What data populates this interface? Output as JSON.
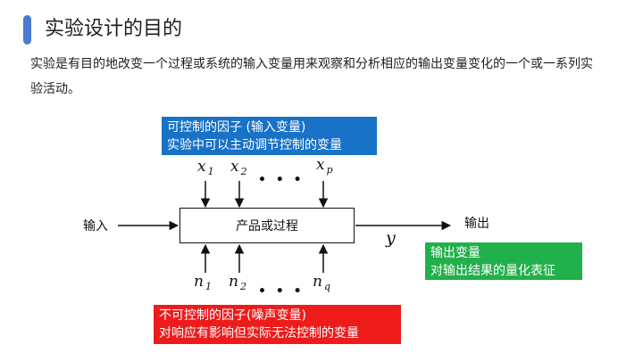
{
  "header": {
    "title": "实验设计的目的"
  },
  "intro": {
    "text": "实验是有目的地改变一个过程或系统的输入变量用来观察和分析相应的输出变量变化的一个或一系列实验活动。"
  },
  "notes": {
    "controllable": {
      "line1": "可控制的因子 (输入变量)",
      "line2": "实验中可以主动调节控制的变量"
    },
    "output": {
      "line1": "输出变量",
      "line2": "对输出结果的量化表征"
    },
    "uncontrollable": {
      "line1": "不可控制的因子(噪声变量)",
      "line2": "对响应有影响但实际无法控制的变量"
    }
  },
  "diagram": {
    "input_label": "输入",
    "output_label": "输出",
    "process_label": "产品或过程",
    "output_var": "y",
    "controllable_vars": [
      {
        "sym": "x",
        "sub": "1"
      },
      {
        "sym": "x",
        "sub": "2"
      },
      {
        "sym": "x",
        "sub": "p"
      }
    ],
    "noise_vars": [
      {
        "sym": "n",
        "sub": "1"
      },
      {
        "sym": "n",
        "sub": "2"
      },
      {
        "sym": "n",
        "sub": "q"
      }
    ],
    "ellipsis": "• • •"
  },
  "colors": {
    "accent": "#4a7bd0",
    "controllable_note": "#1872c6",
    "output_note": "#21b04b",
    "noise_note": "#ee1b1b"
  }
}
